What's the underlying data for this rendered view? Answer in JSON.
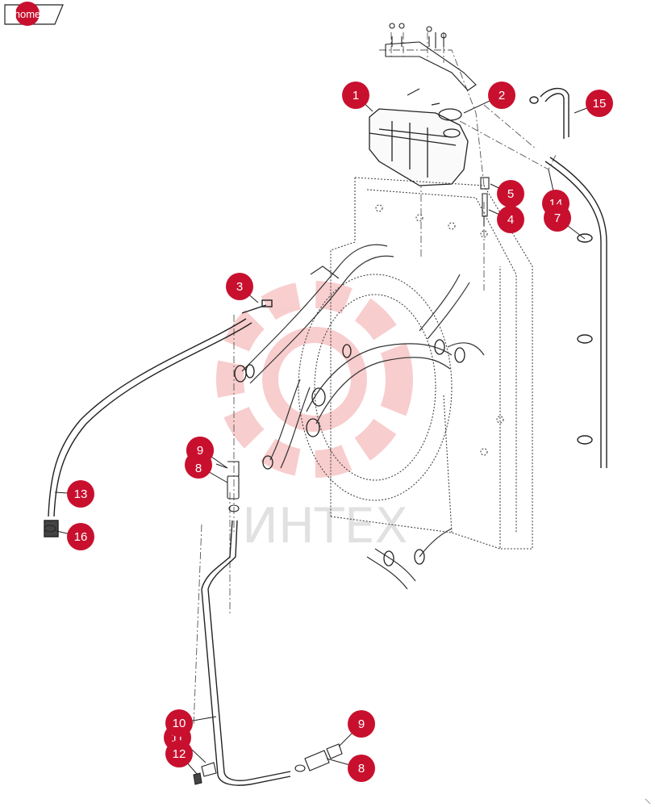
{
  "home_button": {
    "label": "home"
  },
  "watermark": {
    "text": "ИНТЕХ"
  },
  "callout_color": "#c8102e",
  "callouts": [
    {
      "id": "1",
      "label": "1"
    },
    {
      "id": "2",
      "label": "2"
    },
    {
      "id": "15",
      "label": "15"
    },
    {
      "id": "5",
      "label": "5"
    },
    {
      "id": "4",
      "label": "4"
    },
    {
      "id": "14",
      "label": "14"
    },
    {
      "id": "7",
      "label": "7"
    },
    {
      "id": "3",
      "label": "3"
    },
    {
      "id": "9a",
      "label": "9"
    },
    {
      "id": "8a",
      "label": "8"
    },
    {
      "id": "13",
      "label": "13"
    },
    {
      "id": "16",
      "label": "16"
    },
    {
      "id": "10",
      "label": "10"
    },
    {
      "id": "11",
      "label": "11"
    },
    {
      "id": "12",
      "label": "12"
    },
    {
      "id": "9b",
      "label": "9"
    },
    {
      "id": "8b",
      "label": "8"
    }
  ]
}
